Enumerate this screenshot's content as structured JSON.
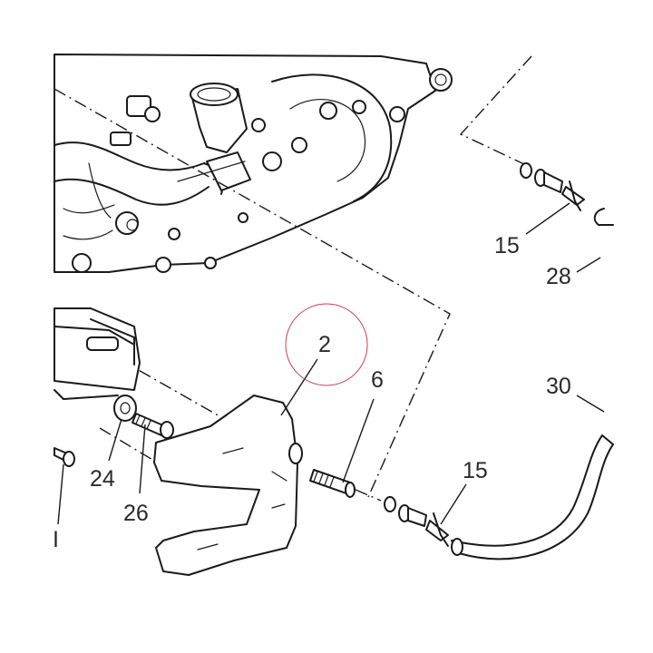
{
  "callouts": {
    "c15a": "15",
    "c28": "28",
    "c2": "2",
    "c6": "6",
    "c30": "30",
    "c15b": "15",
    "c24": "24",
    "c26": "26",
    "c1": "I"
  },
  "colors": {
    "line": "#1a1a1a",
    "highlight_circle": "#c2405a",
    "background": "#ffffff"
  }
}
